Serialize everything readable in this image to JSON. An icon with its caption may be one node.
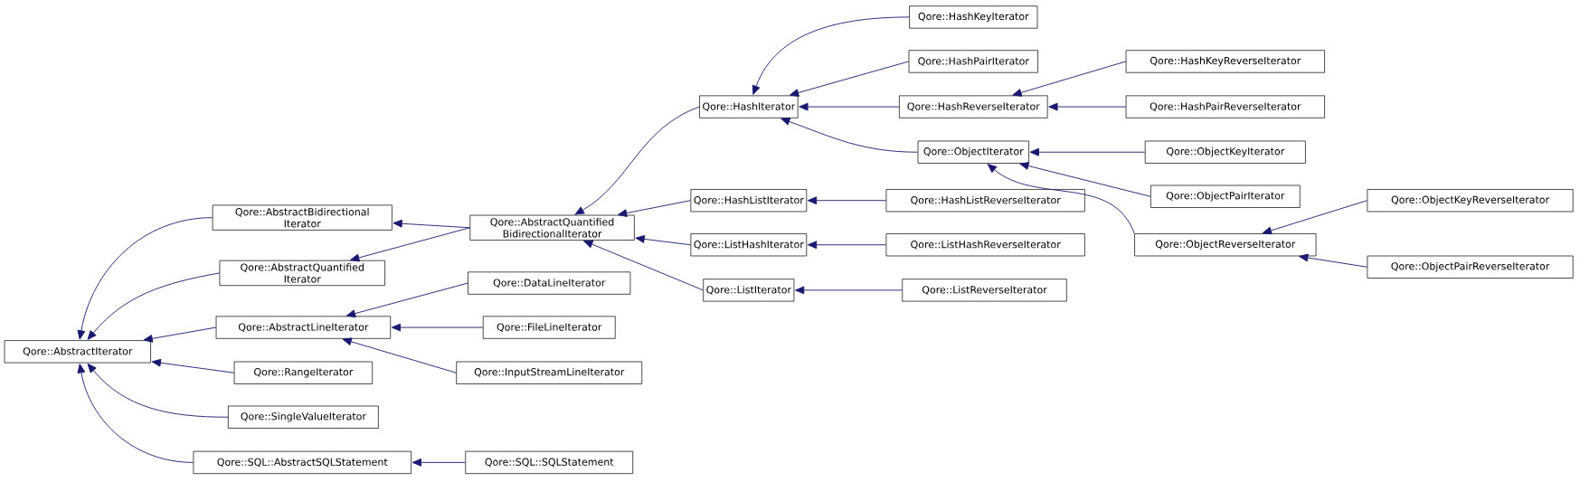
{
  "diagram": {
    "nodes": [
      {
        "text": [
          "Qore::AbstractIterator"
        ]
      },
      {
        "text": [
          "Qore::AbstractBidirectional Iterator"
        ]
      },
      {
        "text": [
          "Qore::AbstractQuantified Iterator"
        ]
      },
      {
        "text": [
          "Qore::AbstractLineIterator"
        ]
      },
      {
        "text": [
          "Qore::RangeIterator"
        ]
      },
      {
        "text": [
          "Qore::SingleValueIterator"
        ]
      },
      {
        "text": [
          "Qore::SQL::AbstractSQLStatement"
        ]
      },
      {
        "text": [
          "Qore::AbstractQuantified BidirectionalIterator"
        ]
      },
      {
        "text": [
          "Qore::DataLineIterator"
        ]
      },
      {
        "text": [
          "Qore::FileLineIterator"
        ]
      },
      {
        "text": [
          "Qore::InputStreamLineIterator"
        ]
      },
      {
        "text": [
          "Qore::SQL::SQLStatement"
        ]
      },
      {
        "text": [
          "Qore::HashIterator"
        ]
      },
      {
        "text": [
          "Qore::HashListIterator"
        ]
      },
      {
        "text": [
          "Qore::ListHashIterator"
        ]
      },
      {
        "text": [
          "Qore::ListIterator"
        ]
      },
      {
        "text": [
          "Qore::HashKeyIterator"
        ]
      },
      {
        "text": [
          "Qore::HashPairIterator"
        ]
      },
      {
        "text": [
          "Qore::HashReverseIterator"
        ]
      },
      {
        "text": [
          "Qore::ObjectIterator"
        ]
      },
      {
        "text": [
          "Qore::HashListReverseIterator"
        ]
      },
      {
        "text": [
          "Qore::ListHashReverseIterator"
        ]
      },
      {
        "text": [
          "Qore::ListReverseIterator"
        ]
      },
      {
        "text": [
          "Qore::HashKeyReverseIterator"
        ]
      },
      {
        "text": [
          "Qore::HashPairReverseIterator"
        ]
      },
      {
        "text": [
          "Qore::ObjectKeyIterator"
        ]
      },
      {
        "text": [
          "Qore::ObjectPairIterator"
        ]
      },
      {
        "text": [
          "Qore::ObjectReverseIterator"
        ]
      },
      {
        "text": [
          "Qore::ObjectKeyReverseIterator"
        ]
      },
      {
        "text": [
          "Qore::ObjectPairReverseIterator"
        ]
      }
    ],
    "edges": [
      {
        "from": 1,
        "to": 0,
        "arrow": "to"
      },
      {
        "from": 2,
        "to": 0,
        "arrow": "to"
      },
      {
        "from": 3,
        "to": 0,
        "arrow": "to"
      },
      {
        "from": 4,
        "to": 0,
        "arrow": "to"
      },
      {
        "from": 5,
        "to": 0,
        "arrow": "to"
      },
      {
        "from": 6,
        "to": 0,
        "arrow": "to"
      },
      {
        "from": 7,
        "to": 1,
        "arrow": "to"
      },
      {
        "from": 7,
        "to": 2,
        "arrow": "to"
      },
      {
        "from": 8,
        "to": 3,
        "arrow": "to"
      },
      {
        "from": 9,
        "to": 3,
        "arrow": "to"
      },
      {
        "from": 10,
        "to": 3,
        "arrow": "to"
      },
      {
        "from": 11,
        "to": 6,
        "arrow": "to"
      },
      {
        "from": 12,
        "to": 7,
        "arrow": "to"
      },
      {
        "from": 13,
        "to": 7,
        "arrow": "to"
      },
      {
        "from": 14,
        "to": 7,
        "arrow": "to"
      },
      {
        "from": 15,
        "to": 7,
        "arrow": "to"
      },
      {
        "from": 16,
        "to": 12,
        "arrow": "to"
      },
      {
        "from": 17,
        "to": 12,
        "arrow": "to"
      },
      {
        "from": 18,
        "to": 12,
        "arrow": "to"
      },
      {
        "from": 19,
        "to": 12,
        "arrow": "to"
      },
      {
        "from": 20,
        "to": 13,
        "arrow": "to"
      },
      {
        "from": 21,
        "to": 14,
        "arrow": "to"
      },
      {
        "from": 22,
        "to": 15,
        "arrow": "to"
      },
      {
        "from": 23,
        "to": 18,
        "arrow": "to"
      },
      {
        "from": 24,
        "to": 18,
        "arrow": "to"
      },
      {
        "from": 25,
        "to": 19,
        "arrow": "to"
      },
      {
        "from": 26,
        "to": 19,
        "arrow": "to"
      },
      {
        "from": 27,
        "to": 19,
        "arrow": "to"
      },
      {
        "from": 28,
        "to": 27,
        "arrow": "to"
      },
      {
        "from": 29,
        "to": 27,
        "arrow": "to"
      }
    ]
  }
}
